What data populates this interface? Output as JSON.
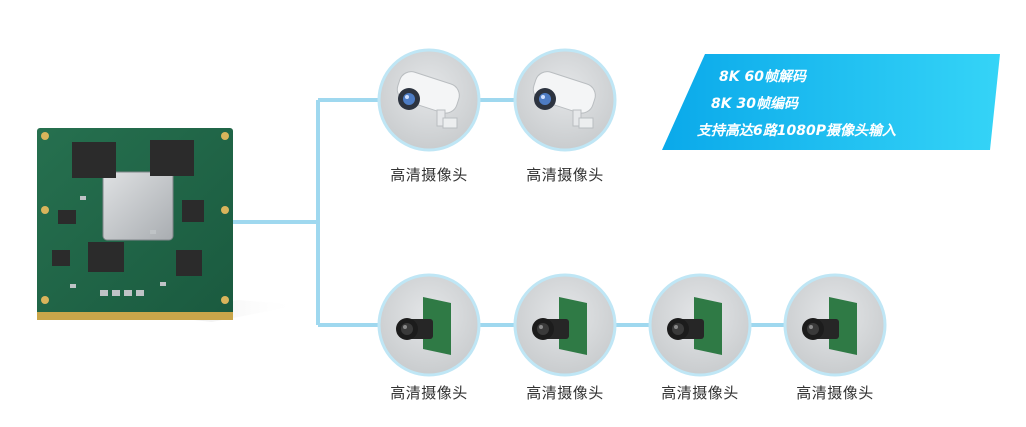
{
  "banner": {
    "lines": [
      "8K 60帧解码",
      "8K 30帧编码",
      "支持高达6路1080P摄像头输入"
    ],
    "color_start": "#0aa9ea",
    "color_end": "#35d4f7"
  },
  "top_row": [
    {
      "icon": "cctv-camera-icon",
      "label": "高清摄像头"
    },
    {
      "icon": "cctv-camera-icon",
      "label": "高清摄像头"
    }
  ],
  "bottom_row": [
    {
      "icon": "camera-module-icon",
      "label": "高清摄像头"
    },
    {
      "icon": "camera-module-icon",
      "label": "高清摄像头"
    },
    {
      "icon": "camera-module-icon",
      "label": "高清摄像头"
    },
    {
      "icon": "camera-module-icon",
      "label": "高清摄像头"
    }
  ],
  "colors": {
    "connector": "#9fd8ef",
    "board": "#1f6b4a",
    "circle": "#d9dbdd"
  }
}
